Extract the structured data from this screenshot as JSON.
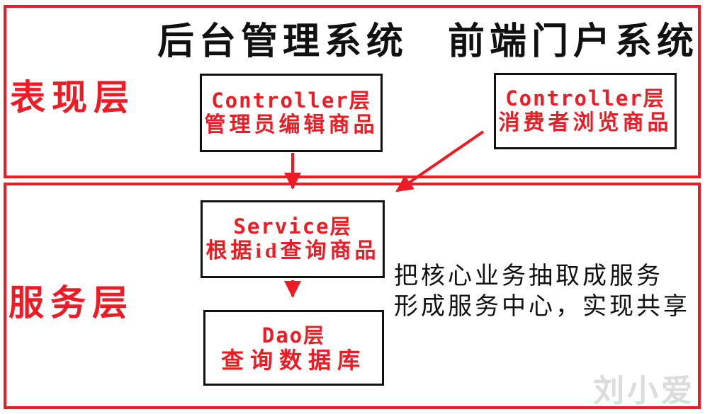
{
  "colors": {
    "accent_red": "#ed1c24",
    "node_border_black": "#111111",
    "text_black": "#111111",
    "watermark_gray": "#dcdcdc",
    "background": "#ffffff"
  },
  "titles": {
    "backend": "后台管理系统",
    "frontend": "前端门户系统"
  },
  "layers": {
    "presentation": "表现层",
    "service": "服务层"
  },
  "nodes": {
    "controller_admin": {
      "line1": "Controller层",
      "line2": "管理员编辑商品"
    },
    "controller_consumer": {
      "line1": "Controller层",
      "line2": "消费者浏览商品"
    },
    "service": {
      "line1": "Service层",
      "line2": "根据id查询商品"
    },
    "dao": {
      "line1": "Dao层",
      "line2": "查询数据库"
    }
  },
  "annotation": {
    "line1": "把核心业务抽取成服务",
    "line2": "形成服务中心，实现共享"
  },
  "watermark": "刘小爱"
}
